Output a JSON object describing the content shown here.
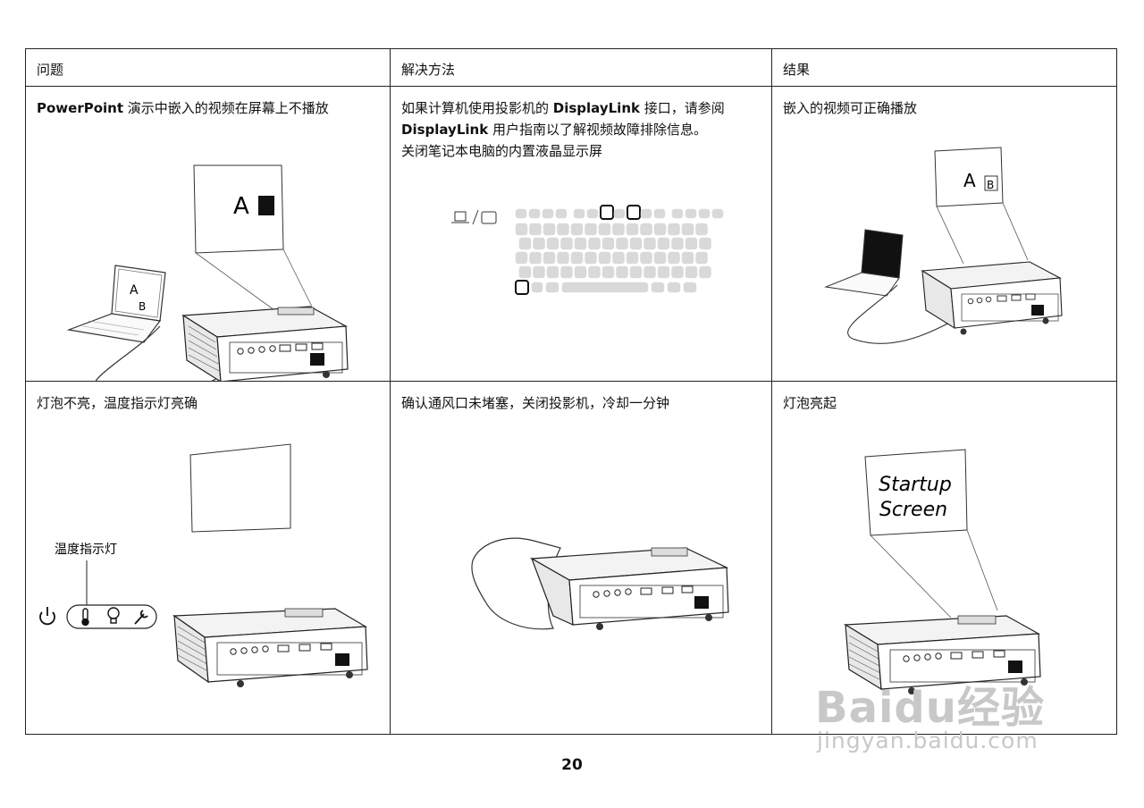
{
  "table": {
    "headers": [
      "问题",
      "解决方法",
      "结果"
    ],
    "rows": [
      {
        "problem_brand": "PowerPoint",
        "problem_rest": " 演示中嵌入的视频在屏幕上不播放",
        "solution_part1": "如果计算机使用投影机的 ",
        "solution_brand1": "DisplayLink",
        "solution_part2": " 接口，请参阅 ",
        "solution_brand2": "DisplayLink",
        "solution_part3": " 用户指南以了解视频故障排除信息。",
        "solution_line2": "关闭笔记本电脑的内置液晶显示屏",
        "result": "嵌入的视频可正确播放"
      },
      {
        "problem": "灯泡不亮，温度指示灯亮确",
        "solution": "确认通风口未堵塞，关闭投影机，冷却一分钟",
        "result": "灯泡亮起"
      }
    ]
  },
  "illustrations": {
    "screen_letter_a": "A",
    "screen_letter_b": "B",
    "temp_indicator_label": "温度指示灯",
    "startup_line1": "Startup",
    "startup_line2": "Screen"
  },
  "page_number": "20",
  "watermark": {
    "main": "Baidu经验",
    "sub": "jingyan.baidu.com"
  }
}
